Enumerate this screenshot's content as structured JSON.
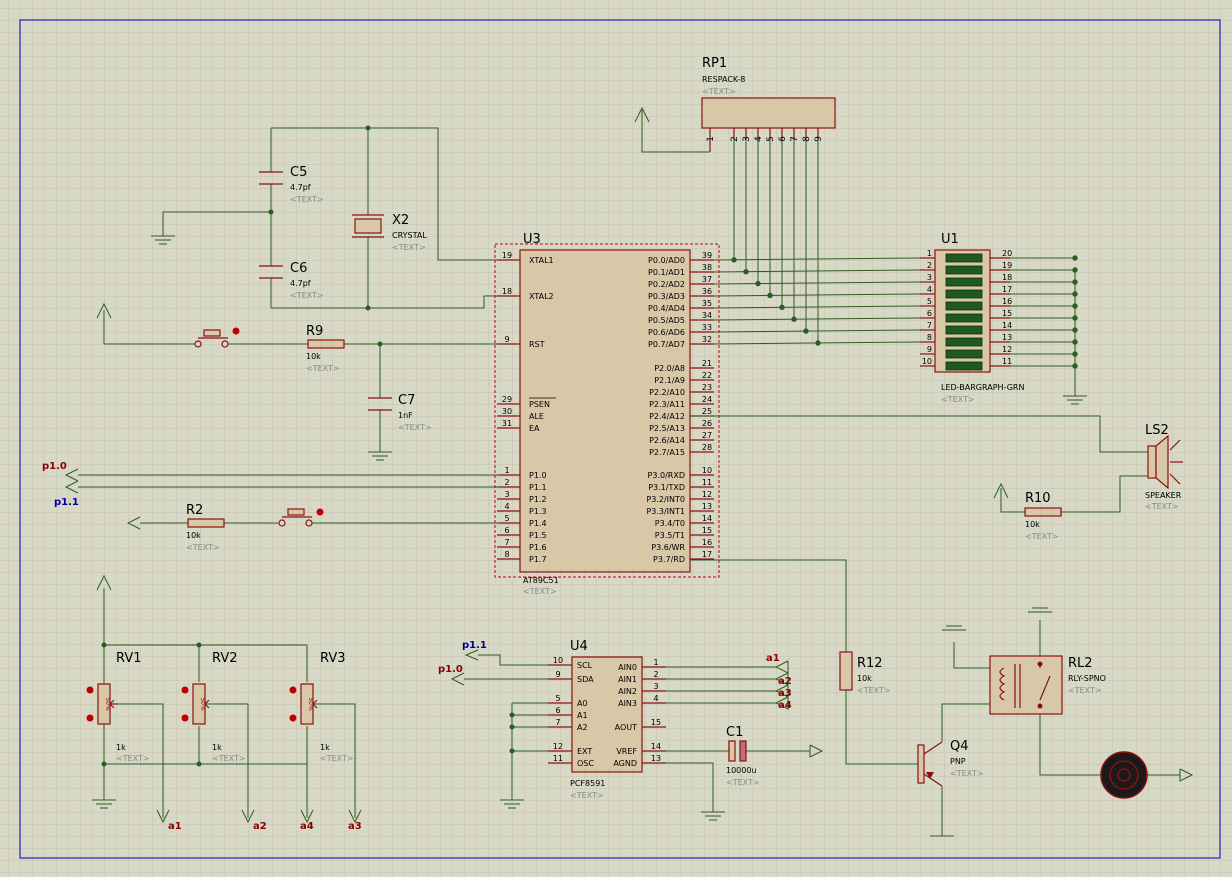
{
  "colors": {
    "background": "#d8d8c6",
    "grid": "#c2c2ae",
    "wire": "#2b5d1f",
    "component": "#8a1010",
    "body_fill": "#d8c8a8",
    "border": "#2020c0",
    "net_red": "#8b0000",
    "net_blue": "#0000a0"
  },
  "placeholder": "<TEXT>",
  "components": {
    "rp1": {
      "ref": "RP1",
      "value": "RESPACK-8",
      "pins": [
        "1",
        "2",
        "3",
        "4",
        "5",
        "6",
        "7",
        "8",
        "9"
      ]
    },
    "c5": {
      "ref": "C5",
      "value": "4.7pf"
    },
    "c6": {
      "ref": "C6",
      "value": "4.7pf"
    },
    "x2": {
      "ref": "X2",
      "value": "CRYSTAL"
    },
    "c7": {
      "ref": "C7",
      "value": "1nF"
    },
    "r9": {
      "ref": "R9",
      "value": "10k"
    },
    "r2": {
      "ref": "R2",
      "value": "10k"
    },
    "r10": {
      "ref": "R10",
      "value": "10k"
    },
    "r12": {
      "ref": "R12",
      "value": "10k"
    },
    "u3": {
      "ref": "U3",
      "value": "AT89C51",
      "left_pins": [
        {
          "num": "19",
          "name": "XTAL1"
        },
        {
          "num": "18",
          "name": "XTAL2"
        },
        {
          "num": "9",
          "name": "RST"
        },
        {
          "num": "29",
          "name": "PSEN"
        },
        {
          "num": "30",
          "name": "ALE"
        },
        {
          "num": "31",
          "name": "EA"
        },
        {
          "num": "1",
          "name": "P1.0"
        },
        {
          "num": "2",
          "name": "P1.1"
        },
        {
          "num": "3",
          "name": "P1.2"
        },
        {
          "num": "4",
          "name": "P1.3"
        },
        {
          "num": "5",
          "name": "P1.4"
        },
        {
          "num": "6",
          "name": "P1.5"
        },
        {
          "num": "7",
          "name": "P1.6"
        },
        {
          "num": "8",
          "name": "P1.7"
        }
      ],
      "right_pins": [
        {
          "num": "39",
          "name": "P0.0/AD0"
        },
        {
          "num": "38",
          "name": "P0.1/AD1"
        },
        {
          "num": "37",
          "name": "P0.2/AD2"
        },
        {
          "num": "36",
          "name": "P0.3/AD3"
        },
        {
          "num": "35",
          "name": "P0.4/AD4"
        },
        {
          "num": "34",
          "name": "P0.5/AD5"
        },
        {
          "num": "33",
          "name": "P0.6/AD6"
        },
        {
          "num": "32",
          "name": "P0.7/AD7"
        },
        {
          "num": "21",
          "name": "P2.0/A8"
        },
        {
          "num": "22",
          "name": "P2.1/A9"
        },
        {
          "num": "23",
          "name": "P2.2/A10"
        },
        {
          "num": "24",
          "name": "P2.3/A11"
        },
        {
          "num": "25",
          "name": "P2.4/A12"
        },
        {
          "num": "26",
          "name": "P2.5/A13"
        },
        {
          "num": "27",
          "name": "P2.6/A14"
        },
        {
          "num": "28",
          "name": "P2.7/A15"
        },
        {
          "num": "10",
          "name": "P3.0/RXD"
        },
        {
          "num": "11",
          "name": "P3.1/TXD"
        },
        {
          "num": "12",
          "name": "P3.2/INT0"
        },
        {
          "num": "13",
          "name": "P3.3/INT1"
        },
        {
          "num": "14",
          "name": "P3.4/T0"
        },
        {
          "num": "15",
          "name": "P3.5/T1"
        },
        {
          "num": "16",
          "name": "P3.6/WR"
        },
        {
          "num": "17",
          "name": "P3.7/RD"
        }
      ]
    },
    "u1": {
      "ref": "U1",
      "value": "LED-BARGRAPH-GRN",
      "left_pins": [
        "1",
        "2",
        "3",
        "4",
        "5",
        "6",
        "7",
        "8",
        "9",
        "10"
      ],
      "right_pins": [
        "20",
        "19",
        "18",
        "17",
        "16",
        "15",
        "14",
        "13",
        "12",
        "11"
      ]
    },
    "ls2": {
      "ref": "LS2",
      "value": "SPEAKER"
    },
    "rv1": {
      "ref": "RV1",
      "value": "1k",
      "pct": "50%"
    },
    "rv2": {
      "ref": "RV2",
      "value": "1k",
      "pct": "50%"
    },
    "rv3": {
      "ref": "RV3",
      "value": "1k",
      "pct": "50%"
    },
    "u4": {
      "ref": "U4",
      "value": "PCF8591",
      "left_pins": [
        {
          "num": "10",
          "name": "SCL"
        },
        {
          "num": "9",
          "name": "SDA"
        },
        {
          "num": "5",
          "name": "A0"
        },
        {
          "num": "6",
          "name": "A1"
        },
        {
          "num": "7",
          "name": "A2"
        },
        {
          "num": "12",
          "name": "EXT"
        },
        {
          "num": "11",
          "name": "OSC"
        }
      ],
      "right_pins": [
        {
          "num": "1",
          "name": "AIN0"
        },
        {
          "num": "2",
          "name": "AIN1"
        },
        {
          "num": "3",
          "name": "AIN2"
        },
        {
          "num": "4",
          "name": "AIN3"
        },
        {
          "num": "15",
          "name": "AOUT"
        },
        {
          "num": "14",
          "name": "VREF"
        },
        {
          "num": "13",
          "name": "AGND"
        }
      ]
    },
    "c1": {
      "ref": "C1",
      "value": "10000u"
    },
    "q4": {
      "ref": "Q4",
      "value": "PNP"
    },
    "rl2": {
      "ref": "RL2",
      "value": "RLY-SPNO"
    }
  },
  "nets": {
    "p10": "p1.0",
    "p11": "p1.1",
    "a1": "a1",
    "a2": "a2",
    "a3": "a3",
    "a4": "a4"
  }
}
